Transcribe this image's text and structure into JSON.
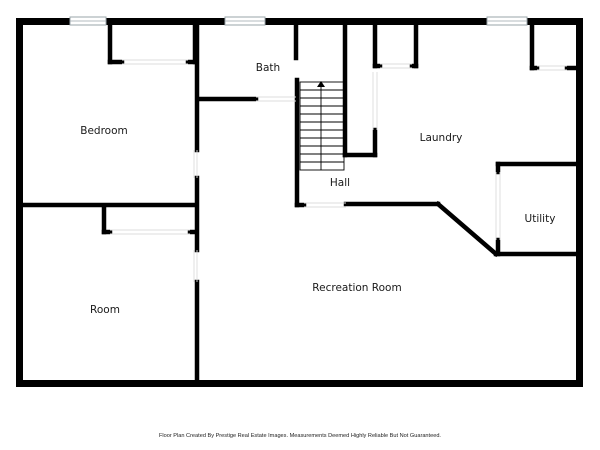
{
  "rooms": {
    "bedroom": "Bedroom",
    "bath": "Bath",
    "laundry": "Laundry",
    "hall": "Hall",
    "utility": "Utility",
    "recreation": "Recreation Room",
    "room": "Room"
  },
  "footer": {
    "disclaimer": "Floor Plan Created By Prestige Real Estate Images. Measurements Deemed Highly Reliable But Not Guaranteed."
  },
  "colors": {
    "wall": "#000000",
    "background": "#ffffff",
    "window_fill": "#eef3f5",
    "window_stroke": "#9aa4aa",
    "door_gap": "#dcdcdc"
  }
}
